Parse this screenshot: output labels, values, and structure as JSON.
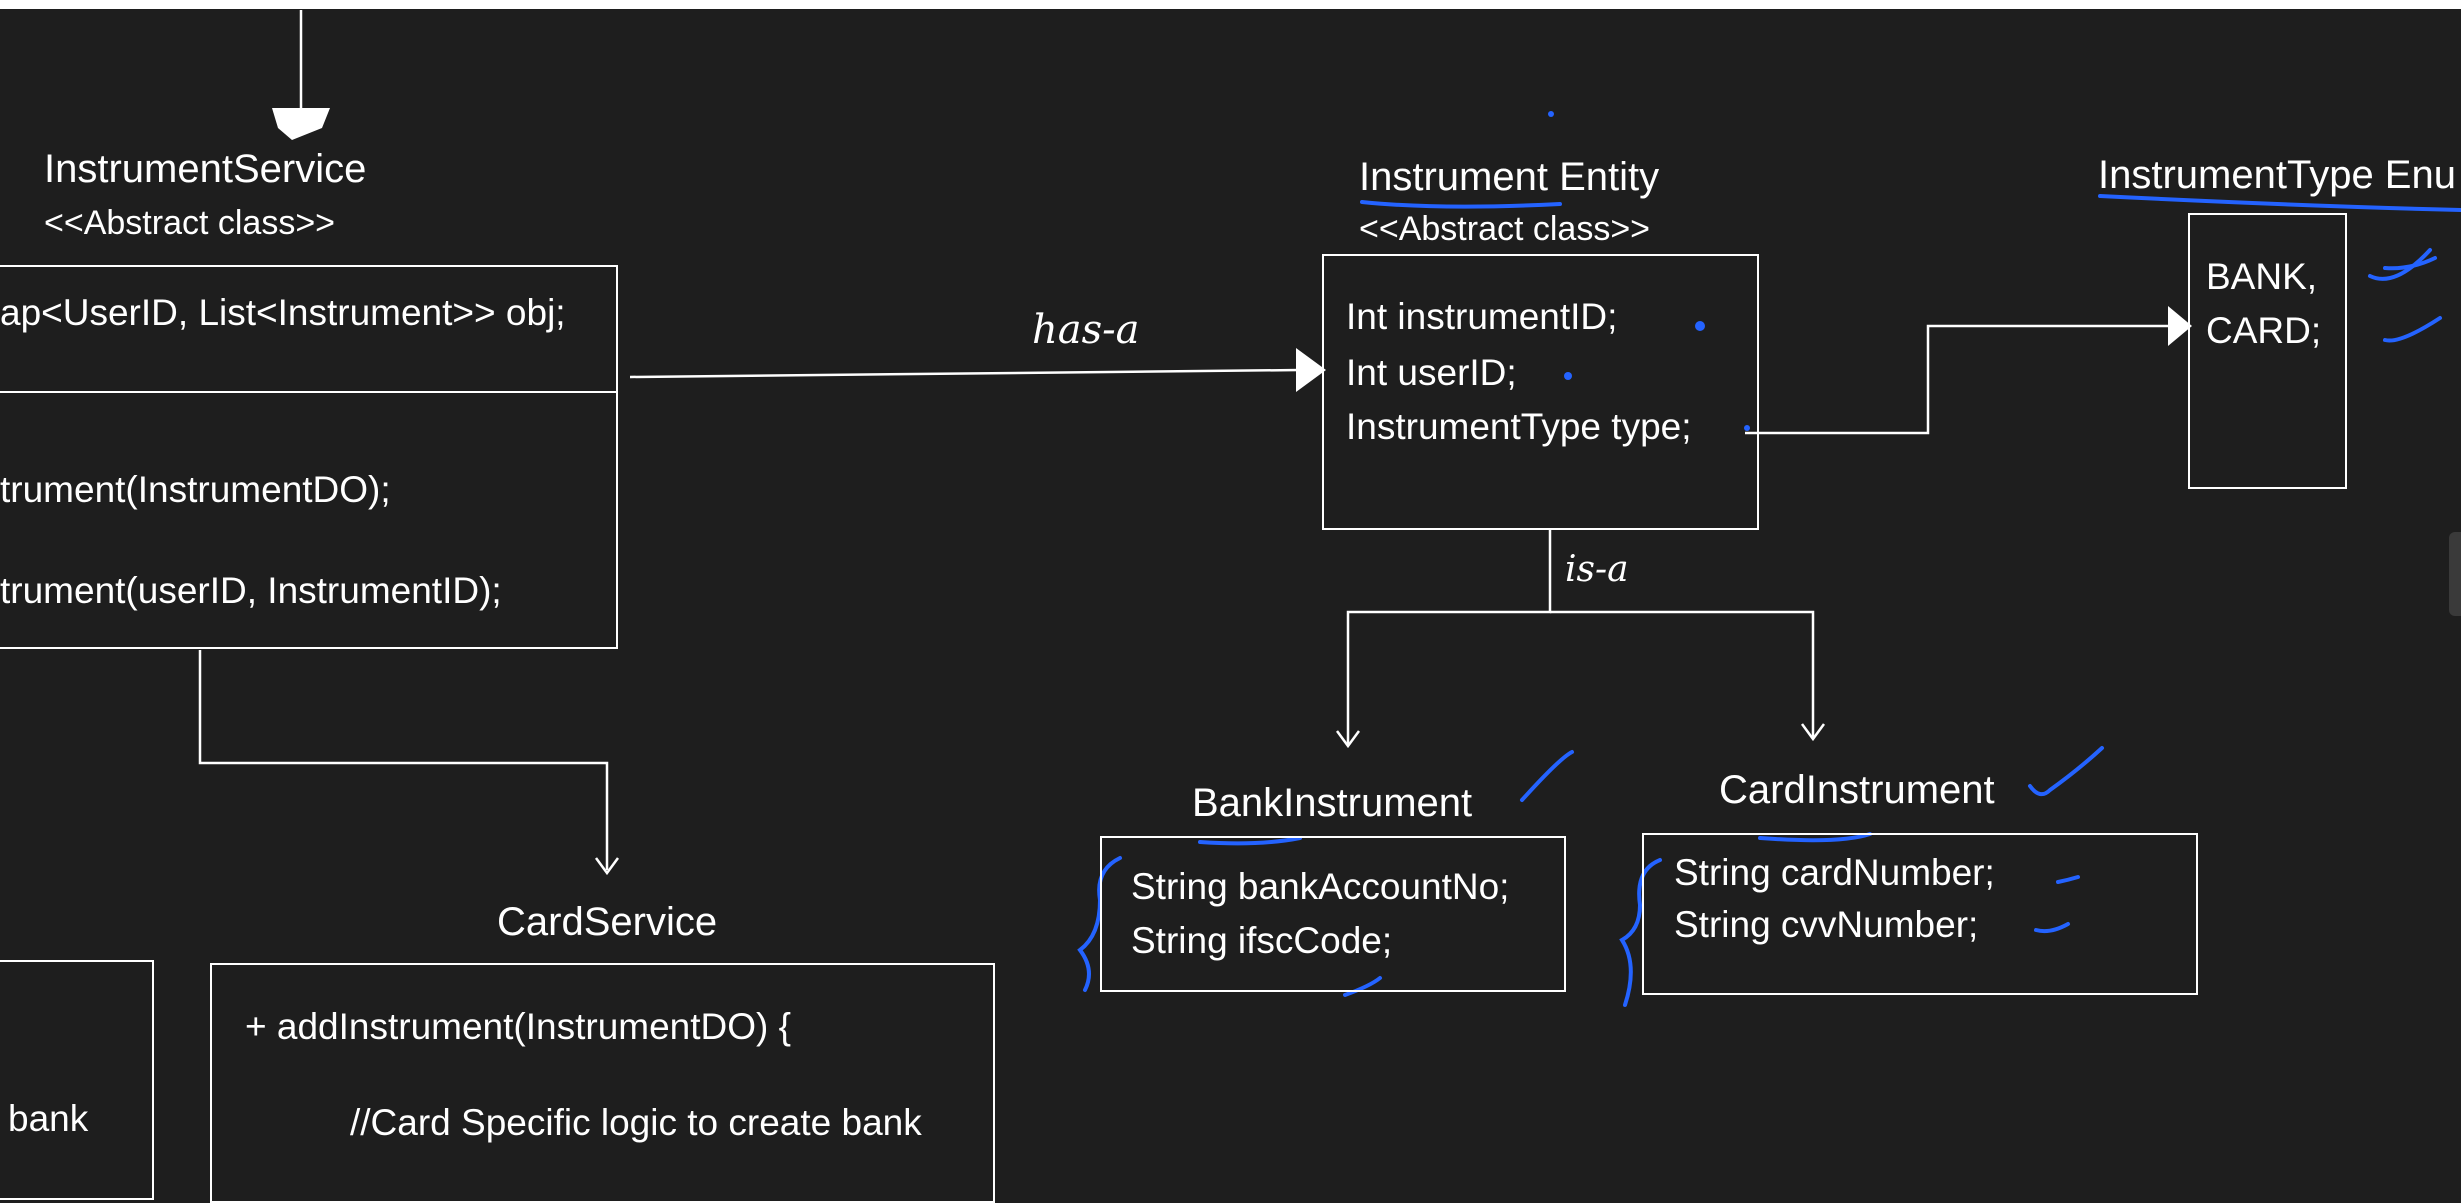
{
  "colors": {
    "background": "#1e1e1e",
    "lines": "#ffffff",
    "annotation": "#2463ff"
  },
  "instrument_service": {
    "title": "InstrumentService",
    "stereotype": "<<Abstract class>>",
    "field": "ap<UserID, List<Instrument>> obj;",
    "method1": "trument(InstrumentDO);",
    "method2": "trument(userID, InstrumentID);"
  },
  "instrument_entity": {
    "title": "Instrument Entity",
    "stereotype": "<<Abstract class>>",
    "fields": [
      "Int instrumentID;",
      "Int userID;",
      "InstrumentType type;"
    ]
  },
  "instrument_type_enum": {
    "title": "InstrumentType  Enu",
    "values": [
      "BANK,",
      "CARD;"
    ]
  },
  "relations": {
    "has_a": "has-a",
    "is_a": "is-a"
  },
  "bank_instrument": {
    "title": "BankInstrument",
    "fields": [
      "String bankAccountNo;",
      "String ifscCode;"
    ]
  },
  "card_instrument": {
    "title": "CardInstrument",
    "fields": [
      "String cardNumber;",
      "String cvvNumber;"
    ]
  },
  "card_service": {
    "title": "CardService",
    "method": "+ addInstrument(InstrumentDO) {",
    "comment": "//Card Specific logic to create bank"
  },
  "bank_service_partial": {
    "text": "bank"
  }
}
